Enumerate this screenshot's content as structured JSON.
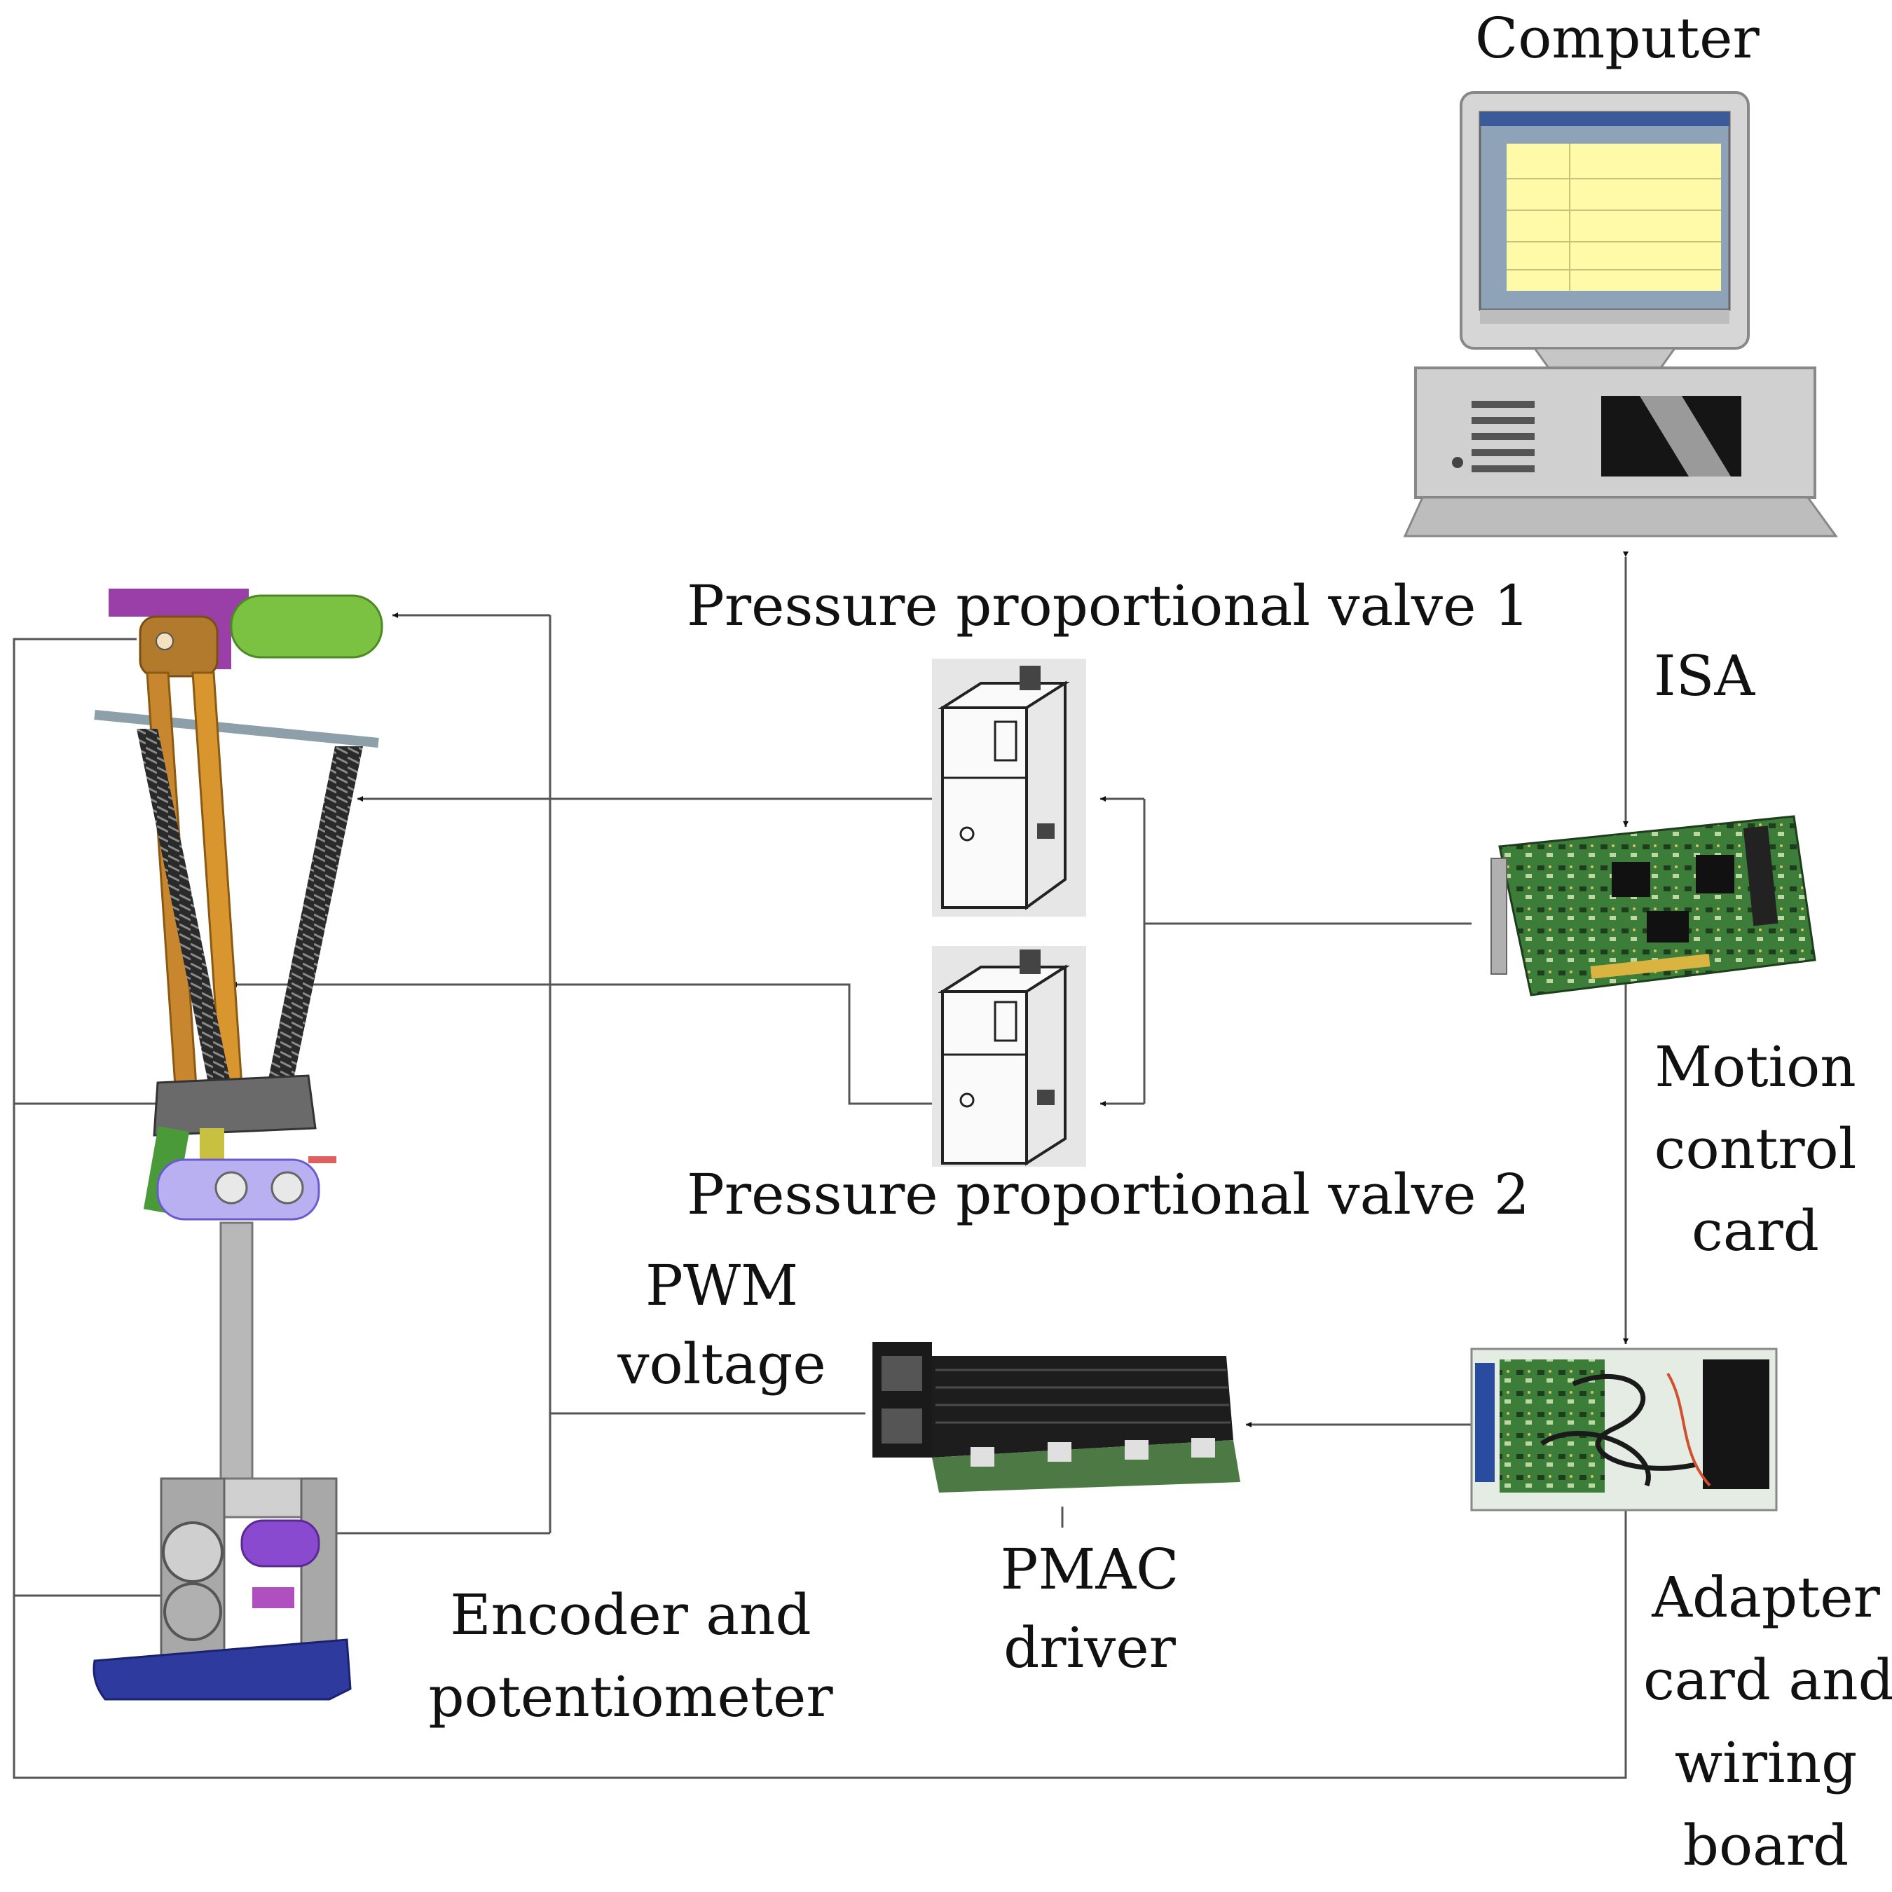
{
  "labels": {
    "computer": "Computer",
    "isa": "ISA",
    "valve1": "Pressure proportional valve 1",
    "valve2": "Pressure proportional valve 2",
    "motion_card": [
      "Motion",
      "control",
      "card"
    ],
    "pwm": [
      "PWM",
      "voltage"
    ],
    "pmac": [
      "PMAC",
      "driver"
    ],
    "encoder": [
      "Encoder and",
      "potentiometer"
    ],
    "adapter": [
      "Adapter",
      "card and",
      "wiring",
      "board"
    ]
  },
  "colors": {
    "line": "#555555",
    "arrow": "#111111",
    "leg_frame": "#c8872e",
    "cylinder": "#7cc242",
    "bracket": "#9a3ea8",
    "spring": "#333333",
    "pneumatic": "#8a66c8",
    "foot": "#2e3a9e",
    "shank": "#b8b8b8",
    "screen": "#fffaa8",
    "pcb": "#2f6b2f",
    "driver": "#151515"
  },
  "icons": [
    "computer-icon",
    "valve-icon",
    "motion-card-icon",
    "pmac-driver-icon",
    "adapter-board-icon",
    "leg-mechanism-icon"
  ]
}
